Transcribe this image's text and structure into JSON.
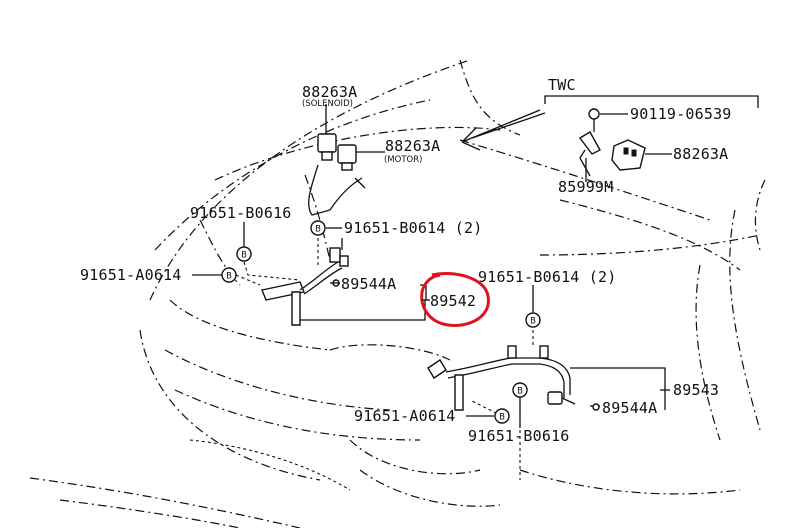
{
  "diagram": {
    "section_label": "TWC",
    "parts": {
      "solenoid_part": "88263A",
      "solenoid_note": "(SOLENOID)",
      "motor_part": "88263A",
      "motor_note": "(MOTOR)",
      "twc_bolt": "90119-06539",
      "twc_actuator": "88263A",
      "twc_bracket": "85999M",
      "clip_upper_left": "91651-B0616",
      "clip_upper_mid": "91651-B0614 (2)",
      "clip_left": "91651-A0614",
      "hose_upper": "89544A",
      "highlighted_part": "89542",
      "clip_right": "91651-B0614 (2)",
      "harness_right": "89543",
      "hose_lower": "89544A",
      "clip_lower_a": "91651-A0614",
      "clip_lower_b": "91651-B0616"
    },
    "clip_marker": "B",
    "highlight_color": "#e0121a",
    "line_color": "#111111"
  }
}
